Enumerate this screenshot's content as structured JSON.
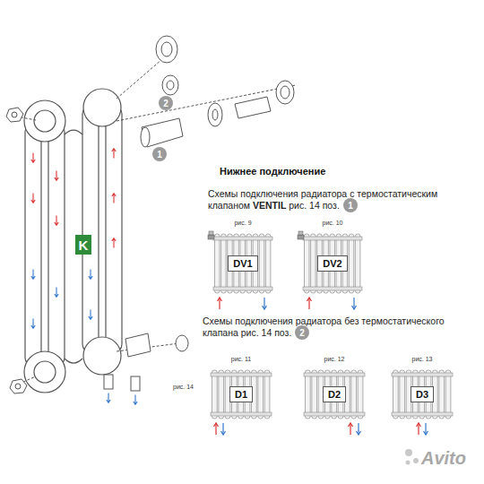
{
  "diagram": {
    "title": "Нижнее подключение",
    "nodes": [
      {
        "text": [
          "2"
        ]
      },
      {
        "text": [
          "1"
        ]
      },
      {
        "text": [
          "1"
        ]
      },
      {
        "text": [
          "рис. 9",
          "DV1"
        ]
      },
      {
        "text": [
          "рис. 10",
          "DV2"
        ]
      },
      {
        "text": [
          "2"
        ]
      },
      {
        "text": [
          "рис. 11",
          "D1"
        ]
      },
      {
        "text": [
          "рис. 12",
          "D2"
        ]
      },
      {
        "text": [
          "рис. 13",
          "D3"
        ]
      }
    ],
    "labels": [
      "рис. 14",
      "K",
      "Схемы подключения радиатора с термостатическим клапаном",
      "VENTIL",
      "рис. 14 поз.",
      "Схемы подключения радиатора без термостатического клапана",
      "рис. 14 поз.",
      "Avito"
    ]
  }
}
